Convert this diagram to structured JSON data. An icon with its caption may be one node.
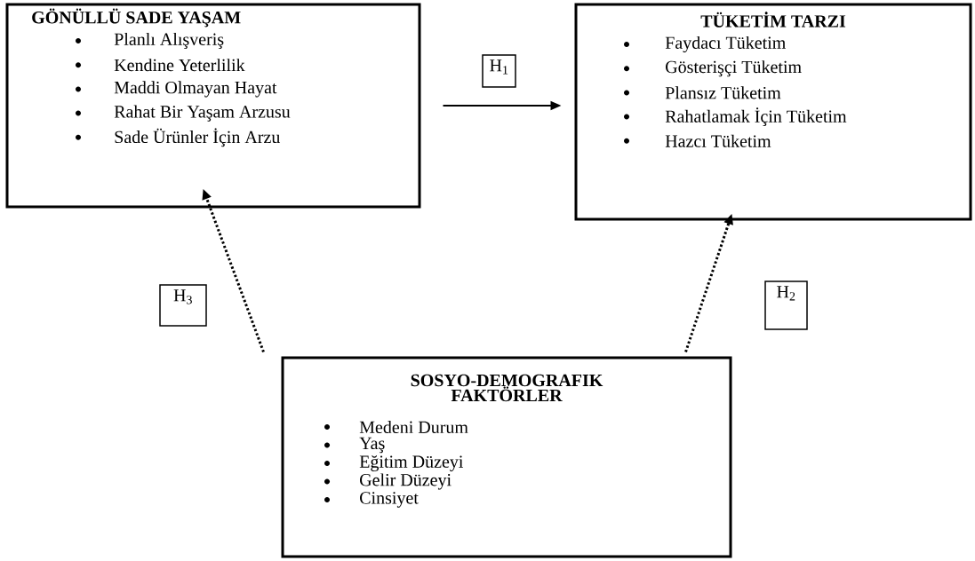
{
  "diagram": {
    "nodes": [
      {
        "text": [
          "GÖNÜLLÜ SADE YAŞAM",
          "Planlı Alışveriş",
          "Kendine Yeterlilik",
          "Maddi Olmayan Hayat",
          "Rahat Bir Yaşam Arzusu",
          "Sade Ürünler İçin Arzu"
        ]
      },
      {
        "text": [
          "TÜKETİM TARZI",
          "Faydacı Tüketim",
          "Gösterişçi Tüketim",
          "Plansız Tüketim",
          "Rahatlamak İçin Tüketim",
          "Hazcı Tüketim"
        ]
      },
      {
        "text": [
          "SOSYO-DEMOGRAFIK FAKTÖRLER",
          "Medeni Durum",
          "Yaş",
          "Eğitim Düzeyi",
          "Gelir Düzeyi",
          "Cinsiyet"
        ]
      },
      {
        "text": [
          "H$_{1}$"
        ]
      },
      {
        "text": [
          "H$_{2}$"
        ]
      },
      {
        "text": [
          "H$_{3}$"
        ]
      }
    ],
    "edges": [
      {
        "from": 0,
        "to": 1,
        "arrow": "to"
      },
      {
        "from": 2,
        "to": 1,
        "arrow": "to",
        "style": "dashed"
      },
      {
        "from": 2,
        "to": 0,
        "arrow": "to",
        "style": "dashed"
      }
    ]
  }
}
